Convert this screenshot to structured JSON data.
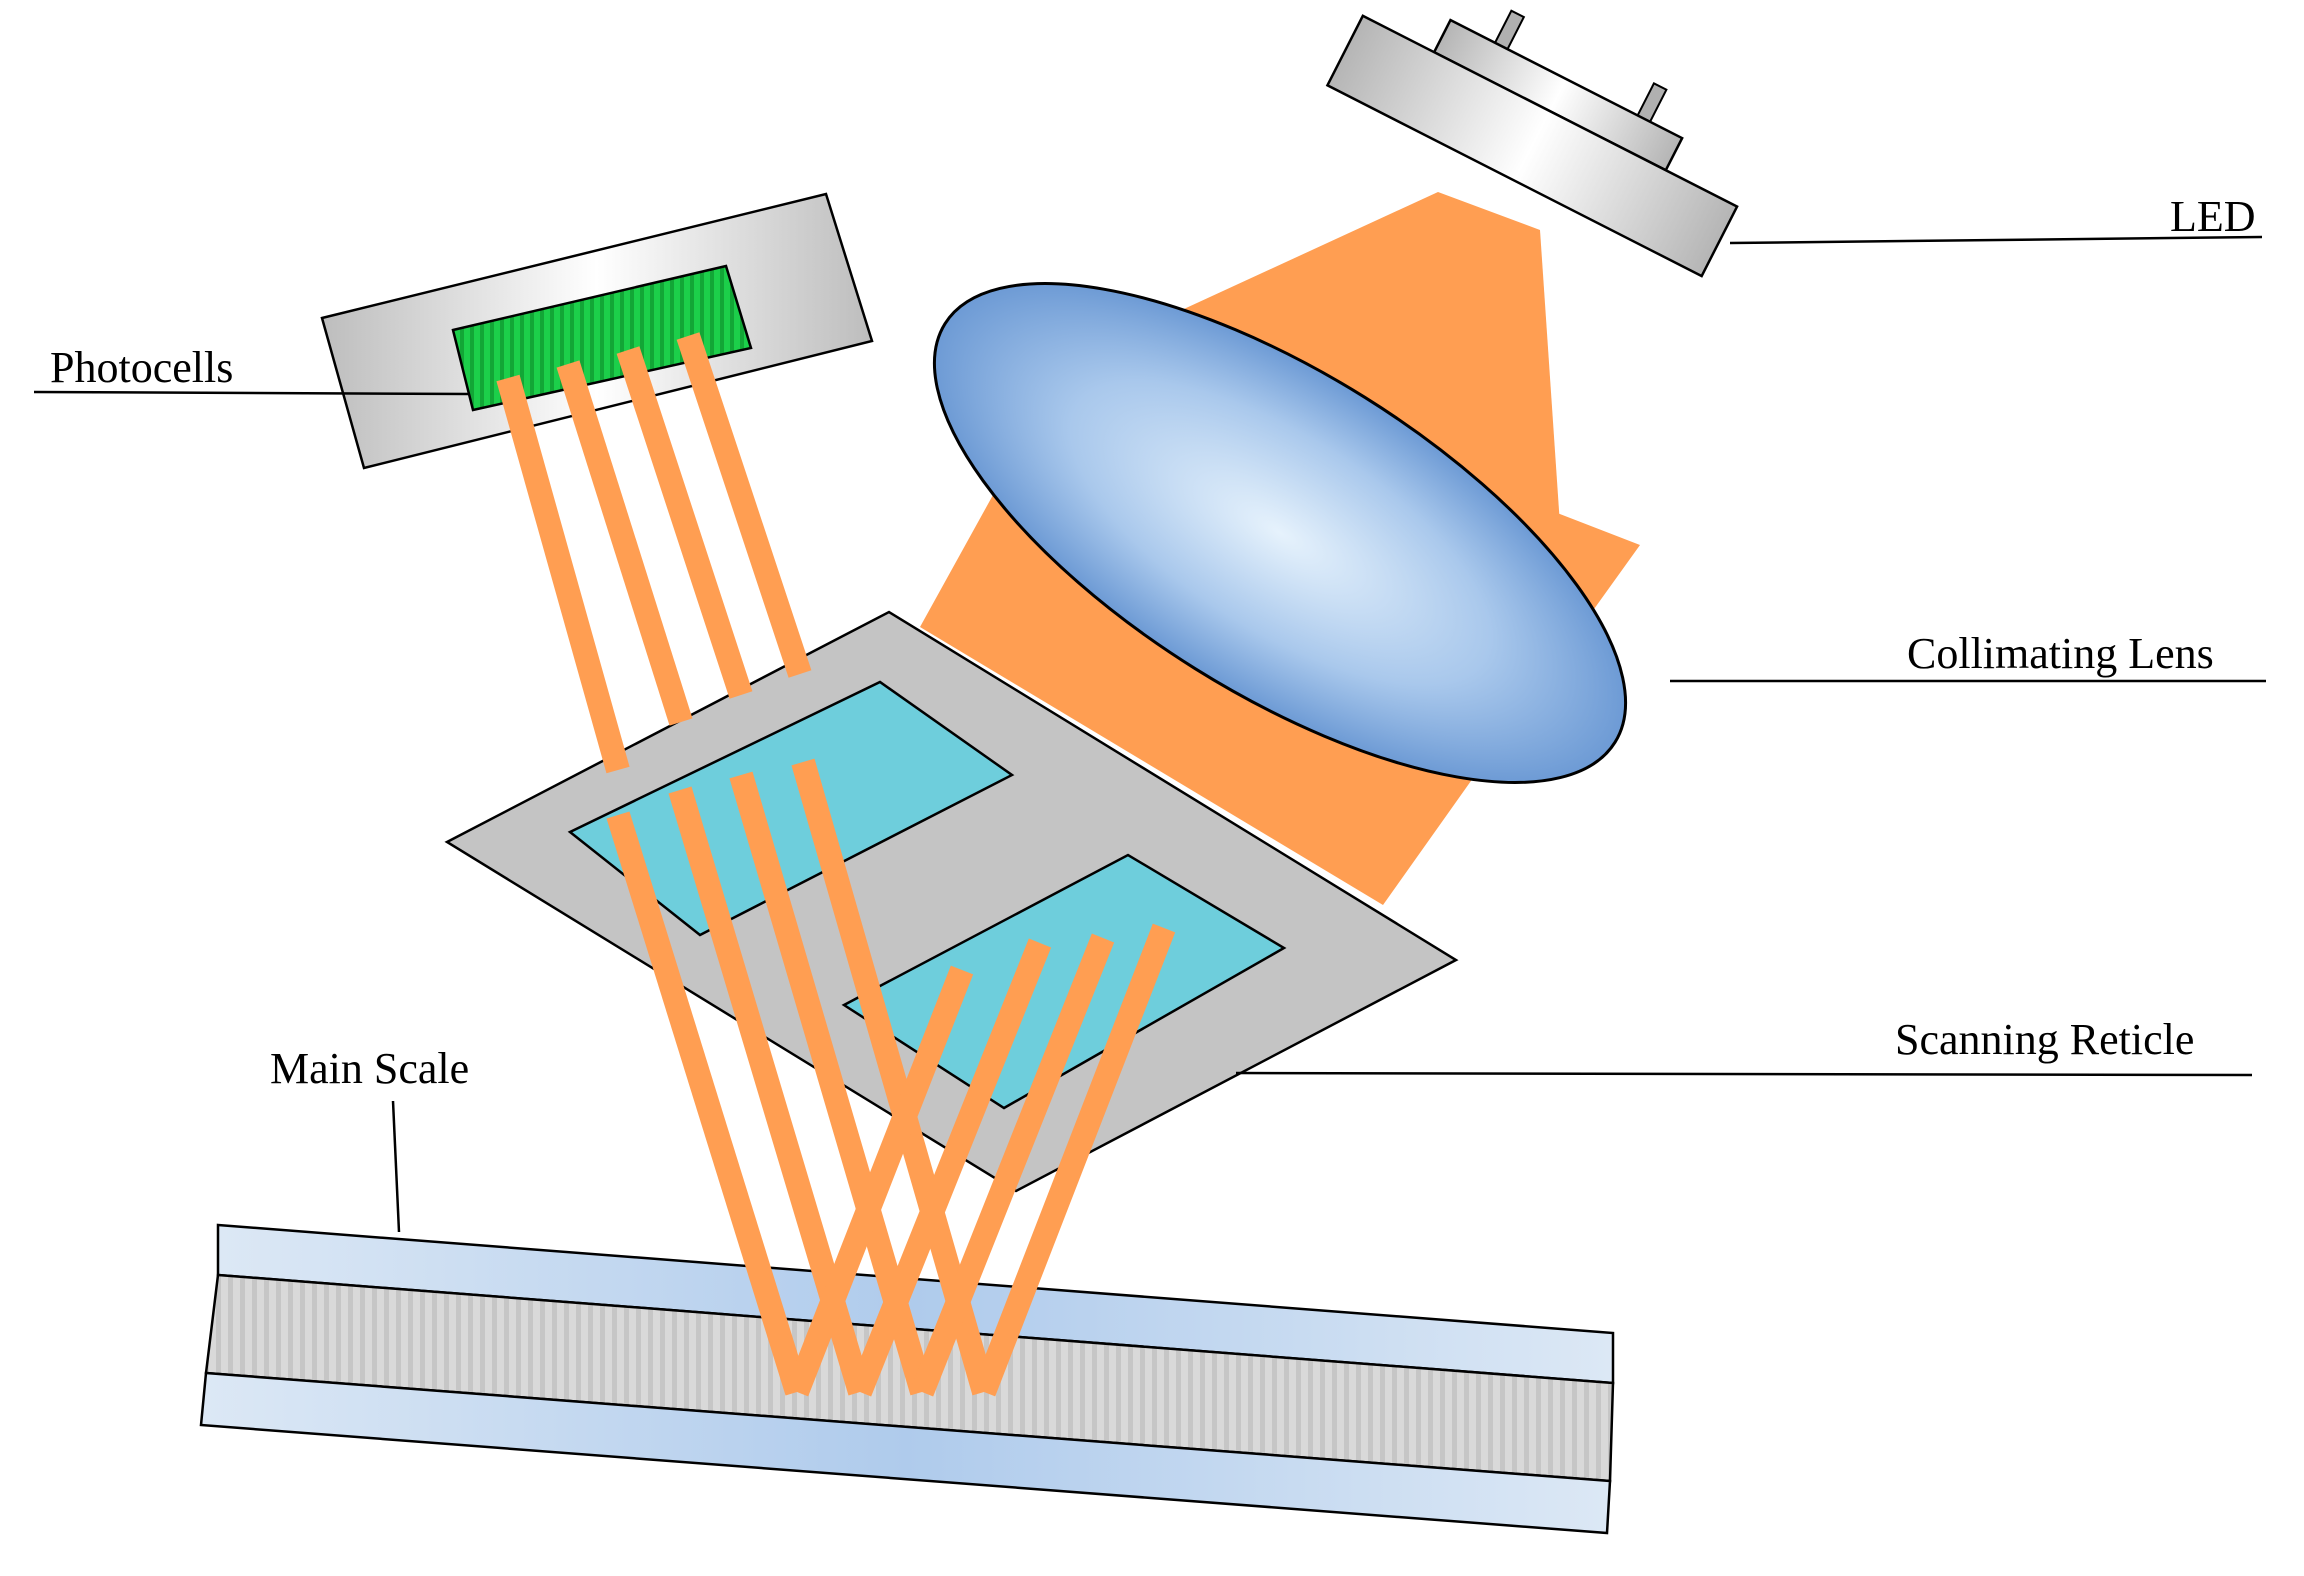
{
  "labels": {
    "led": "LED",
    "photocells": "Photocells",
    "collimating_lens": "Collimating Lens",
    "scanning_reticle": "Scanning Reticle",
    "main_scale": "Main Scale"
  },
  "colors": {
    "light_beam": "#FF9E52",
    "lens_center": "#DFEEFB",
    "lens_edge": "#5E8FCF",
    "reticle_plate": "#C4C4C4",
    "reticle_window": "#6ECEDC",
    "photocell_array": "#1ED650",
    "housing_light": "#FFFFFF",
    "housing_dark": "#B8B8B8",
    "scale_band": "#D6D6D6",
    "scale_edge": "#CFE0F4"
  }
}
